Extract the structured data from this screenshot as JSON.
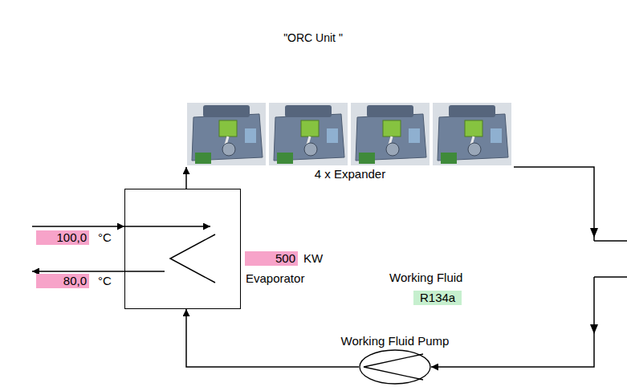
{
  "diagram": {
    "title": "\"ORC Unit \"",
    "nodes": [
      {
        "text": [
          "100,0"
        ]
      },
      {
        "text": [
          "80,0"
        ]
      },
      {
        "text": [
          "500"
        ]
      },
      {
        "text": [
          "Evaporator"
        ]
      },
      {
        "text": [
          "4 x Expander"
        ]
      },
      {
        "text": [
          "R134a"
        ]
      },
      {
        "text": [
          "Working Fluid Pump"
        ]
      }
    ],
    "edges": [
      {
        "from": 3,
        "to": 4,
        "arrow": "to"
      },
      {
        "from": 4,
        "to": 6,
        "arrow": "to"
      },
      {
        "from": 6,
        "to": 3,
        "arrow": "to"
      }
    ],
    "labels": [
      "°C",
      "°C",
      "KW",
      "Working Fluid"
    ]
  }
}
